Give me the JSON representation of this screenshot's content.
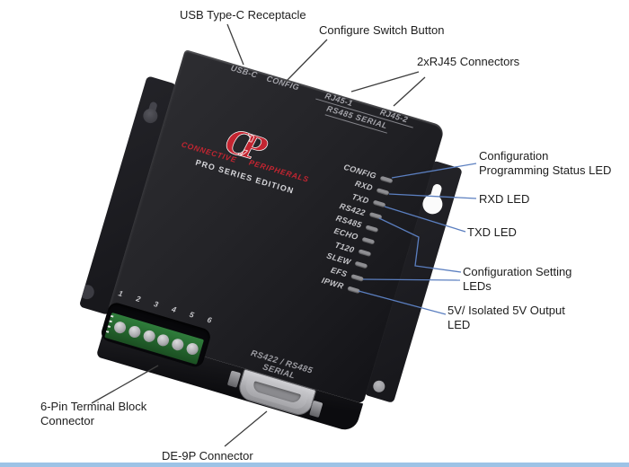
{
  "scene": {
    "bg": "#ffffff",
    "bottom_rule_color": "#9dc3e6"
  },
  "callouts": {
    "usb": "USB Type-C Receptacle",
    "config_switch": "Configure Switch Button",
    "rj45": "2xRJ45 Connectors",
    "cfg_prog_line1": "Configuration",
    "cfg_prog_line2": "Programming Status LED",
    "rxd": "RXD LED",
    "txd": "TXD LED",
    "cfg_set_line1": "Configuration Setting",
    "cfg_set_line2": "LEDs",
    "v5_line1": "5V/ Isolated 5V Output",
    "v5_line2": "LED",
    "terminal_line1": "6-Pin Terminal Block",
    "terminal_line2": "Connector",
    "de9p": "DE-9P Connector"
  },
  "device": {
    "top_ports": {
      "usb_c": "USB-C",
      "config": "CONFIG",
      "rj45_1": "RJ45-1",
      "rj45_2": "RJ45-2",
      "rs485_serial": "RS485 SERIAL"
    },
    "logo": {
      "brand_left": "CONNECTIVE",
      "brand_right": "PERIPHERALS",
      "monogram": "CP",
      "edition": "PRO SERIES EDITION"
    },
    "led_labels": [
      "CONFIG",
      "RXD",
      "TXD",
      "RS422",
      "RS485",
      "ECHO",
      "T120",
      "SLEW",
      "EFS",
      "IPWR"
    ],
    "terminal_pins": [
      "1",
      "2",
      "3",
      "4",
      "5",
      "6"
    ],
    "serial_port_line1": "RS422 / RS485",
    "serial_port_line2": "SERIAL",
    "colors": {
      "brand_red": "#c32531",
      "callout_line_blue": "#5b7fc0",
      "callout_line_dark": "#3d3d3d",
      "led_gray": "#8e8e92"
    }
  }
}
